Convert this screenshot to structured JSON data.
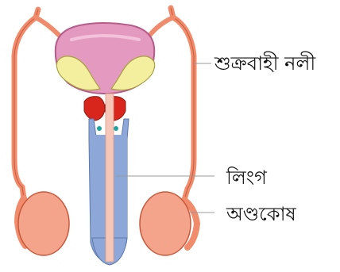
{
  "labels": {
    "vas_deferens": "শুক্রবাহী নলী",
    "penis": "লিংগ",
    "scrotum": "অণ্ডকোষ"
  },
  "colors": {
    "bladder": "#e49ac0",
    "bladder_outline": "#b85a8a",
    "seminal_vesicle": "#f3ef9e",
    "prostate": "#d9261c",
    "duct": "#f08b6b",
    "duct_outline": "#c8583a",
    "testis": "#f3a48a",
    "penis_body": "#8da7d8",
    "urethra": "#f6c6b8",
    "leader_line": "#999999",
    "gland_dot": "#1aa6a0"
  }
}
